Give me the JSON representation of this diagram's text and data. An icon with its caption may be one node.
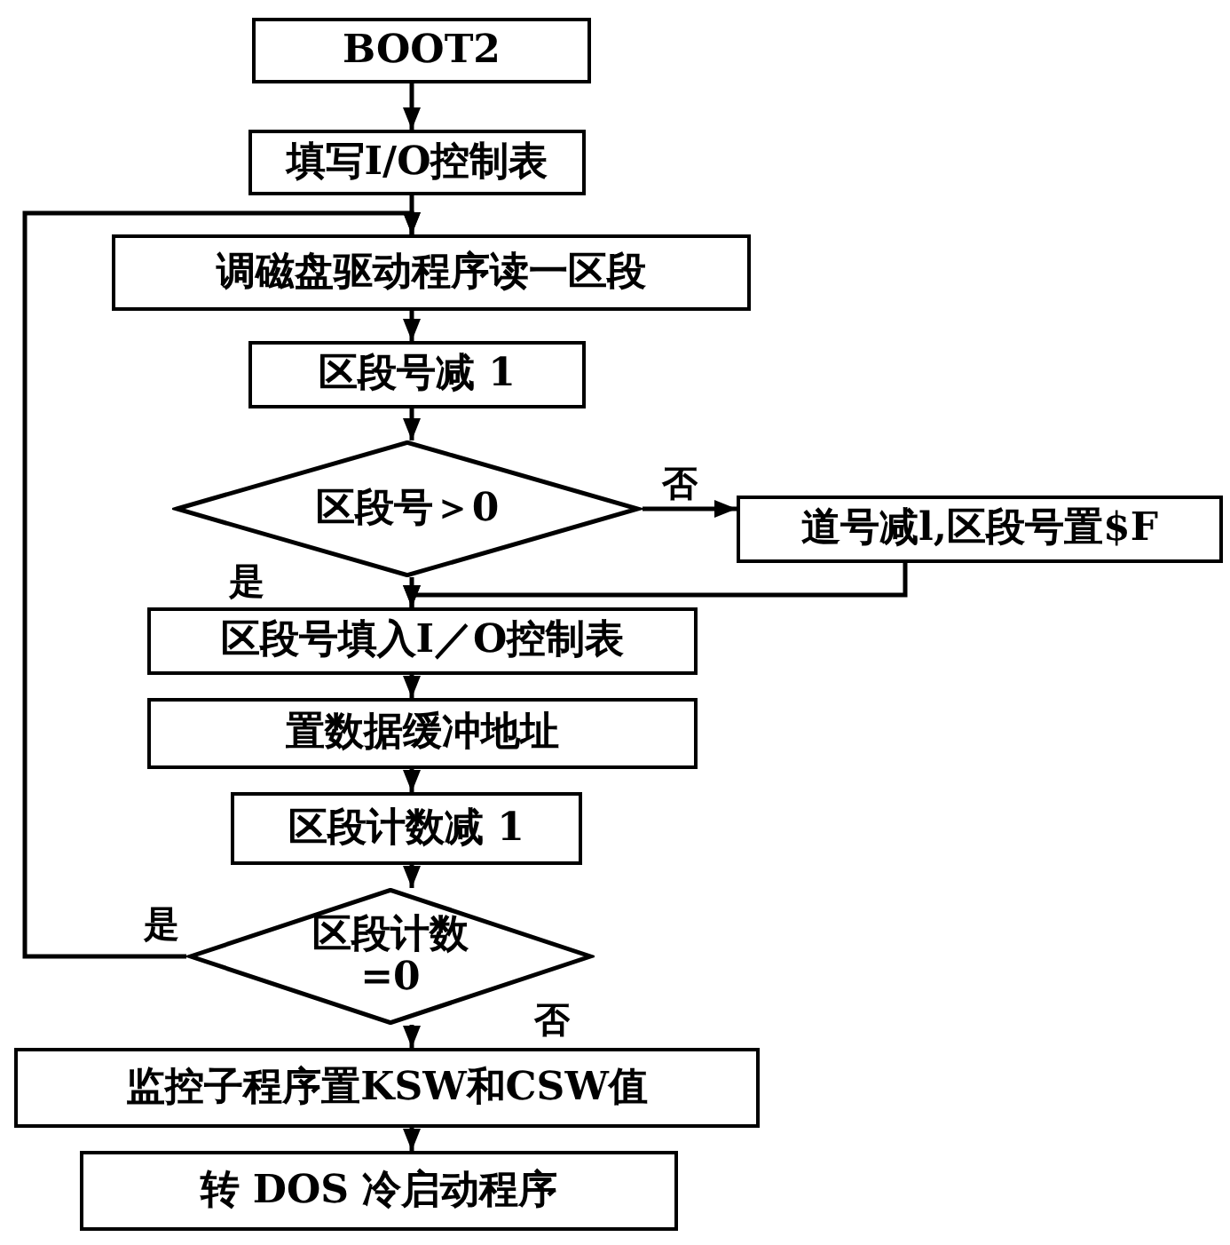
{
  "diagram": {
    "nodes": [
      {
        "text": [
          "BOOT2"
        ]
      },
      {
        "text": [
          "填写I/O控制表"
        ]
      },
      {
        "text": [
          "调磁盘驱动程序读一区段"
        ]
      },
      {
        "text": [
          "区段号减 1"
        ]
      },
      {
        "text": [
          "区段号＞0"
        ]
      },
      {
        "text": [
          "道号减l,区段号置$F"
        ]
      },
      {
        "text": [
          "区段号填入I／O控制表"
        ]
      },
      {
        "text": [
          "置数据缓冲地址"
        ]
      },
      {
        "text": [
          "区段计数减 1"
        ]
      },
      {
        "text": [
          "区段计数 =0"
        ]
      },
      {
        "text": [
          "监控子程序置KSW和CSW值"
        ]
      },
      {
        "text": [
          "转 DOS 冷启动程序"
        ]
      }
    ],
    "edges": [
      {
        "from": 0,
        "to": 1,
        "arrow": "to"
      },
      {
        "from": 1,
        "to": 2,
        "arrow": "to"
      },
      {
        "from": 2,
        "to": 3,
        "arrow": "to"
      },
      {
        "from": 3,
        "to": 4,
        "arrow": "to"
      },
      {
        "from": 4,
        "to": 5,
        "arrow": "to",
        "label": "否"
      },
      {
        "from": 5,
        "to": 6,
        "arrow": "to"
      },
      {
        "from": 4,
        "to": 6,
        "arrow": "to",
        "label": "是"
      },
      {
        "from": 6,
        "to": 7,
        "arrow": "to"
      },
      {
        "from": 7,
        "to": 8,
        "arrow": "to"
      },
      {
        "from": 8,
        "to": 9,
        "arrow": "to"
      },
      {
        "from": 9,
        "to": 2,
        "arrow": "to",
        "label": "是"
      },
      {
        "from": 9,
        "to": 10,
        "arrow": "to",
        "label": "否"
      },
      {
        "from": 10,
        "to": 11,
        "arrow": "to"
      }
    ]
  }
}
